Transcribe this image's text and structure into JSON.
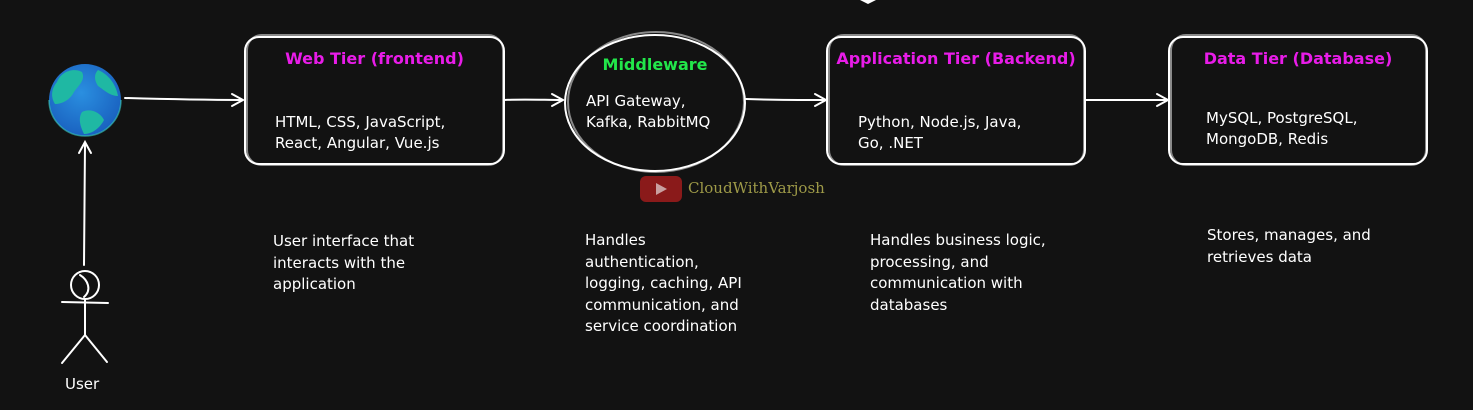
{
  "colors": {
    "background": "#121212",
    "stroke": "#ffffff",
    "title": "#e81ce8",
    "middleware_title": "#22e64a",
    "watermark_text": "#9e9a48",
    "watermark_logo": "#8a1a1a"
  },
  "icons": {
    "globe": "globe-icon",
    "user": "stick-figure-icon",
    "watermark": "youtube-play-icon"
  },
  "user": {
    "label": "User"
  },
  "web_tier": {
    "title": "Web Tier (frontend)",
    "tech_line1": "HTML, CSS, JavaScript,",
    "tech_line2": "React, Angular, Vue.js",
    "desc": [
      "User interface that",
      "interacts with the",
      "application"
    ]
  },
  "middleware": {
    "title": "Middleware",
    "tech_line1": "API Gateway,",
    "tech_line2": "Kafka, RabbitMQ",
    "desc": [
      "Handles",
      "authentication,",
      "logging, caching, API",
      "communication, and",
      "service coordination"
    ]
  },
  "app_tier": {
    "title": "Application Tier (Backend)",
    "tech_line1": "Python, Node.js, Java,",
    "tech_line2": "Go, .NET",
    "desc": [
      "Handles business logic,",
      "processing, and",
      "communication with",
      "databases"
    ]
  },
  "data_tier": {
    "title": "Data Tier (Database)",
    "tech_line1": "MySQL, PostgreSQL,",
    "tech_line2": "MongoDB, Redis",
    "desc": [
      "Stores, manages, and",
      "retrieves data"
    ]
  },
  "watermark": {
    "text": "CloudWithVarjosh"
  }
}
